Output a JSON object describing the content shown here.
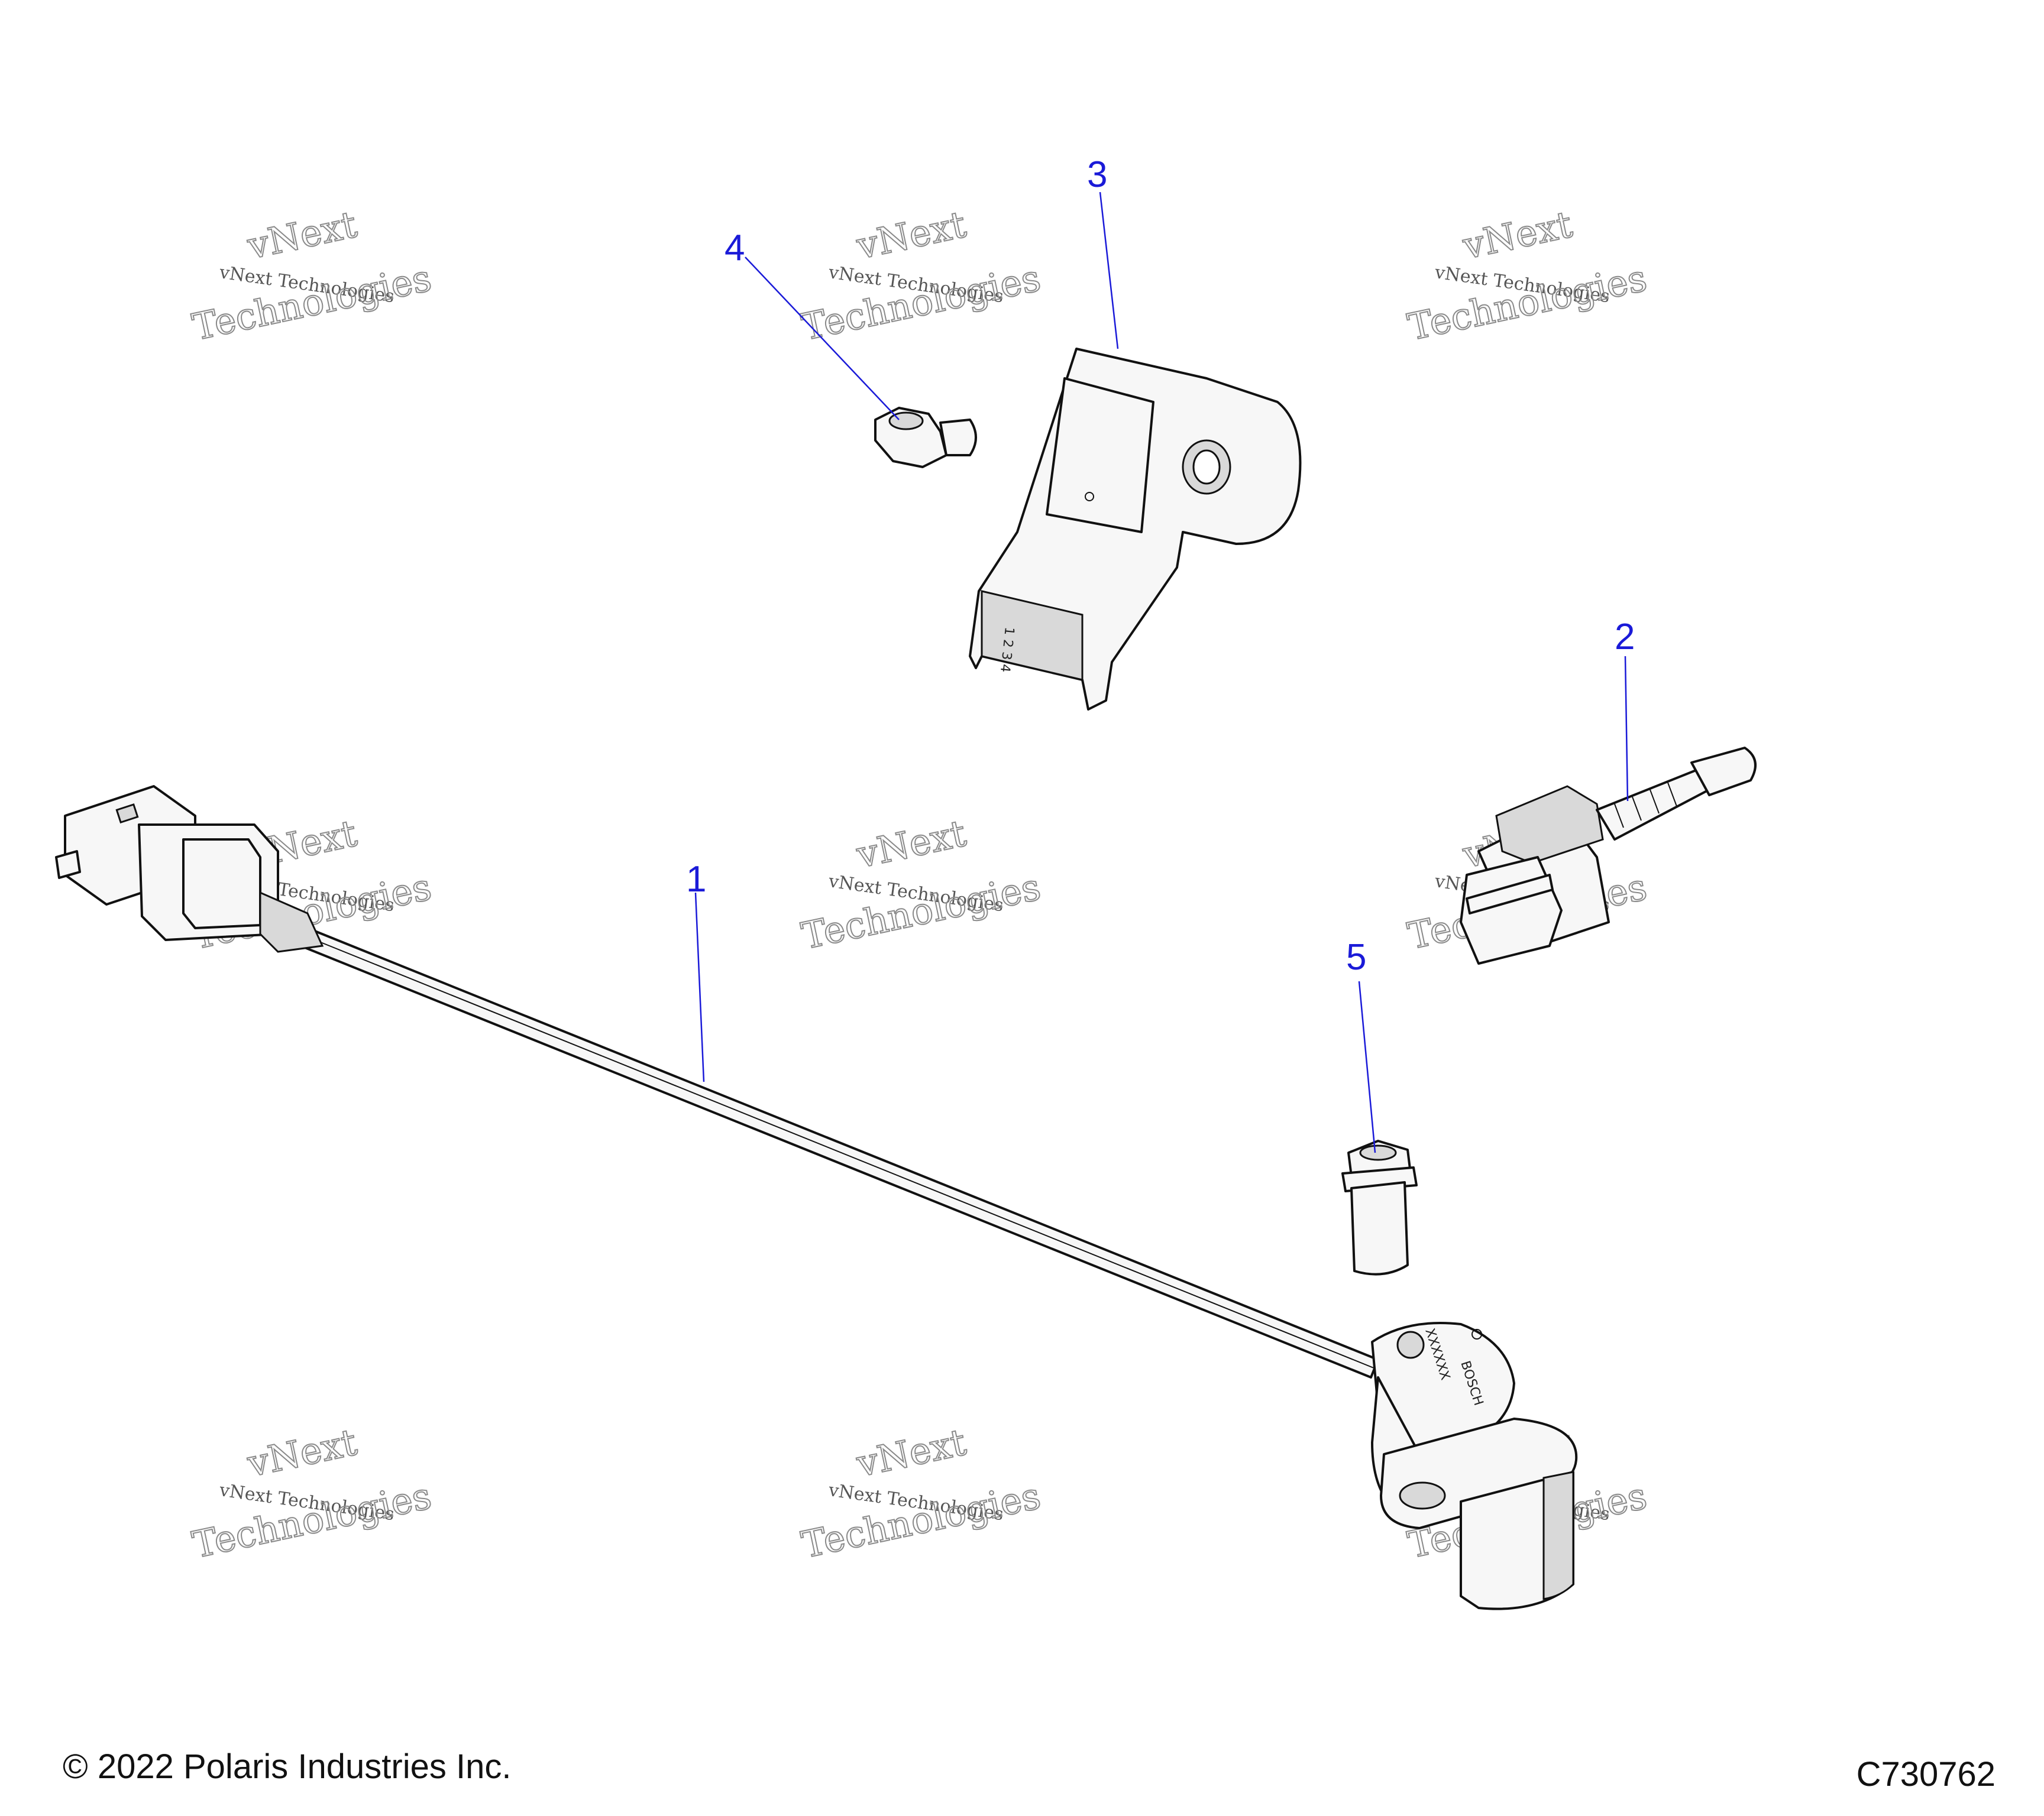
{
  "footer": {
    "copyright": "© 2022 Polaris Industries Inc.",
    "drawing_id": "C730762"
  },
  "callouts": [
    "1",
    "2",
    "3",
    "4",
    "5"
  ],
  "watermark": {
    "line_a": "vNext Technologies",
    "line_b_1": "vNext",
    "line_b_2": "Technologies"
  },
  "part_markings": {
    "pin_numbers": "1 2 3 4",
    "brand": "BOSCH",
    "code": "XXXXXX"
  },
  "colors": {
    "callout_blue": "#1a1ad8",
    "line": "#111111"
  }
}
